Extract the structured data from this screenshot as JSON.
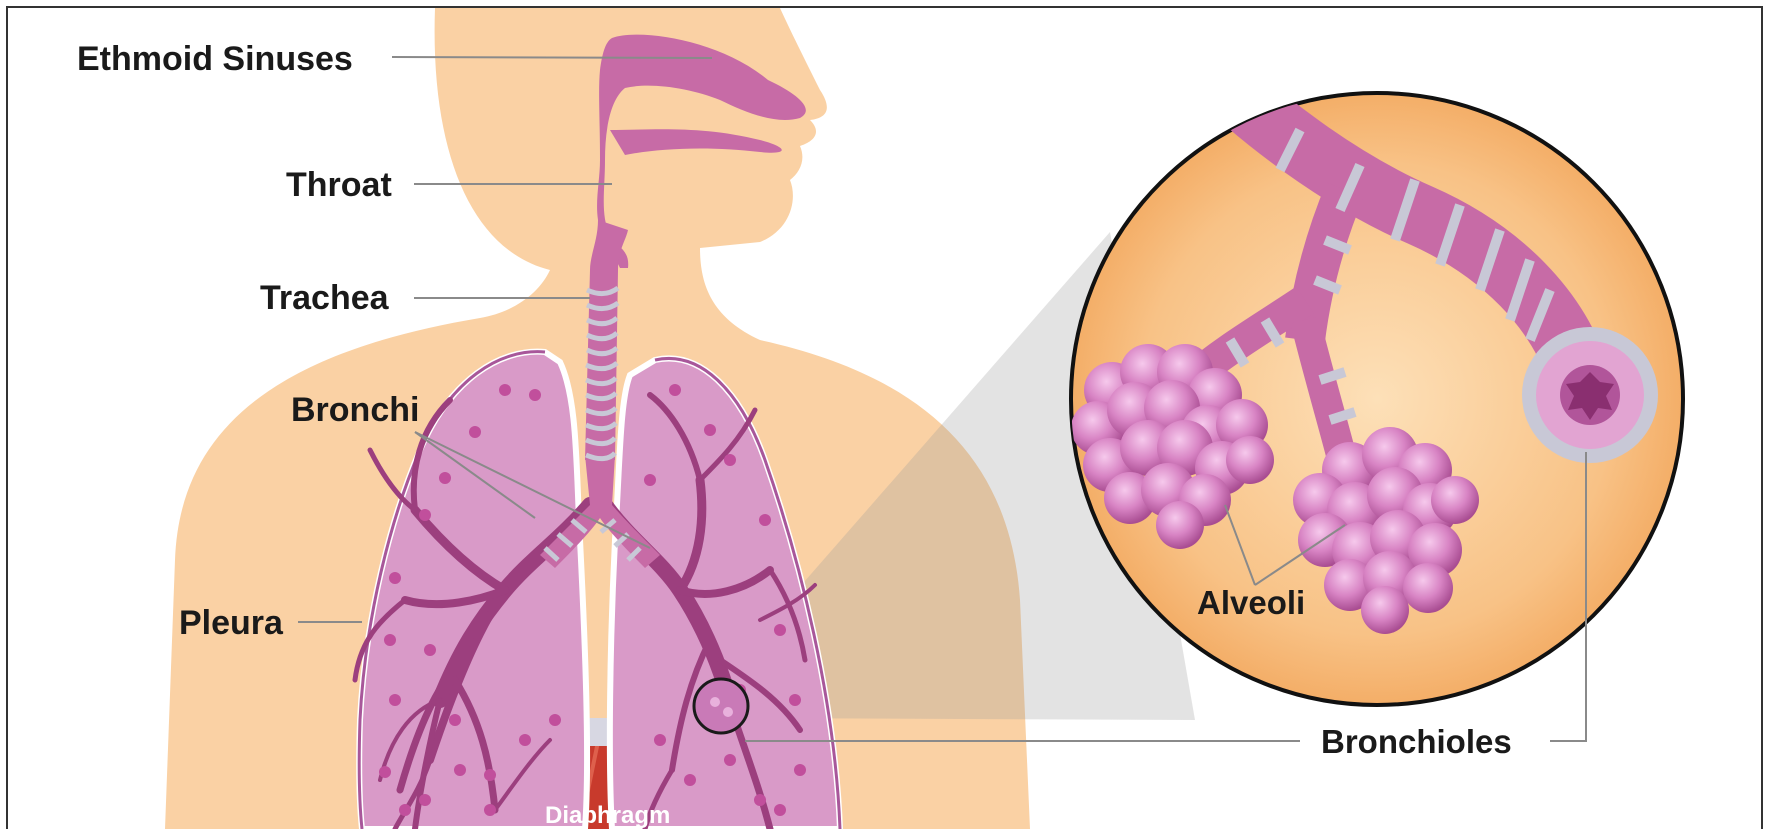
{
  "labels": {
    "ethmoid_sinuses": "Ethmoid Sinuses",
    "throat": "Throat",
    "trachea": "Trachea",
    "bronchi": "Bronchi",
    "pleura": "Pleura",
    "diaphragm": "Diaphragm",
    "alveoli": "Alveoli",
    "bronchioles": "Bronchioles"
  },
  "colors": {
    "skin": "#fad1a4",
    "airway": "#c76ba6",
    "airway_dark": "#9c3f7e",
    "lung_fill": "#d99ac8",
    "cartilage": "#c8c8d6",
    "diaphragm": "#c83a2c",
    "zoom_bg": "#f6b06a",
    "leader_line": "#8a8a8a"
  }
}
